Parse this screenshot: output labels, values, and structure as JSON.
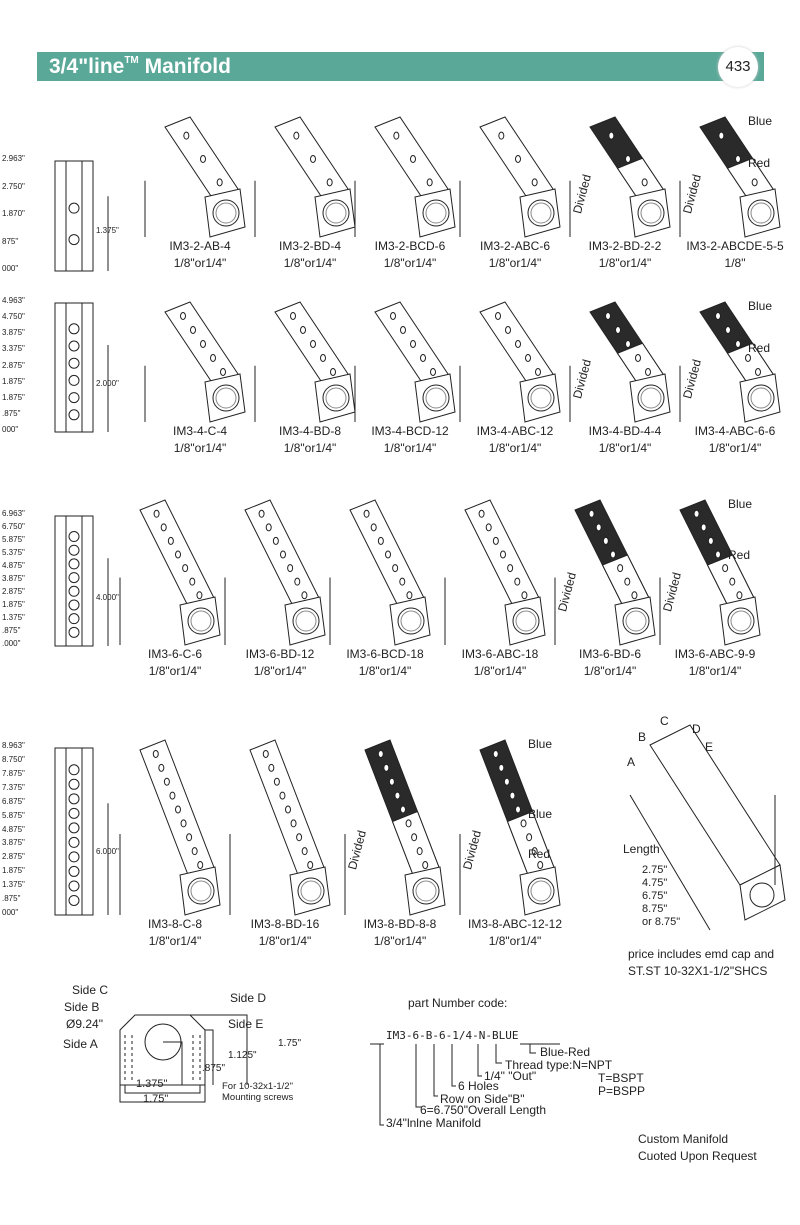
{
  "header": {
    "title": "3/4\"line",
    "trademark": "TM",
    "title_suffix": "Manifold",
    "page_number": "433"
  },
  "rows": [
    {
      "dims": [
        "2.963\"",
        "2.750\"",
        "1.870\"",
        "875\"",
        "000\""
      ],
      "span": "1.375\"",
      "products": [
        {
          "part": "IM3-2-AB-4",
          "thread": "1/8\"or1/4\"",
          "divided": false
        },
        {
          "part": "IM3-2-BD-4",
          "thread": "1/8\"or1/4\"",
          "divided": false
        },
        {
          "part": "IM3-2-BCD-6",
          "thread": "1/8\"or1/4\"",
          "divided": false
        },
        {
          "part": "IM3-2-ABC-6",
          "thread": "1/8\"or1/4\"",
          "divided": false
        },
        {
          "part": "IM3-2-BD-2-2",
          "thread": "1/8\"or1/4\"",
          "divided": true
        },
        {
          "part": "IM3-2-ABCDE-5-5",
          "thread": "1/8\"",
          "divided": true,
          "colors": true
        }
      ]
    },
    {
      "dims": [
        "4.963\"",
        "4.750\"",
        "3.875\"",
        "3.375\"",
        "2.875\"",
        "1.875\"",
        "1.875\"",
        ".875\"",
        "000\""
      ],
      "span": "2.000\"",
      "products": [
        {
          "part": "IM3-4-C-4",
          "thread": "1/8\"or1/4\"",
          "divided": false
        },
        {
          "part": "IM3-4-BD-8",
          "thread": "1/8\"or1/4\"",
          "divided": false
        },
        {
          "part": "IM3-4-BCD-12",
          "thread": "1/8\"or1/4\"",
          "divided": false
        },
        {
          "part": "IM3-4-ABC-12",
          "thread": "1/8\"or1/4\"",
          "divided": false
        },
        {
          "part": "IM3-4-BD-4-4",
          "thread": "1/8\"or1/4\"",
          "divided": true
        },
        {
          "part": "IM3-4-ABC-6-6",
          "thread": "1/8\"or1/4\"",
          "divided": true,
          "colors": true
        }
      ]
    },
    {
      "dims": [
        "6.963\"",
        "6.750\"",
        "5.875\"",
        "5.375\"",
        "4.875\"",
        "3.875\"",
        "2.875\"",
        "1.875\"",
        "1.375\"",
        ".875\"",
        ".000\""
      ],
      "span": "4.000\"",
      "products": [
        {
          "part": "IM3-6-C-6",
          "thread": "1/8\"or1/4\"",
          "divided": false
        },
        {
          "part": "IM3-6-BD-12",
          "thread": "1/8\"or1/4\"",
          "divided": false
        },
        {
          "part": "IM3-6-BCD-18",
          "thread": "1/8\"or1/4\"",
          "divided": false
        },
        {
          "part": "IM3-6-ABC-18",
          "thread": "1/8\"or1/4\"",
          "divided": false
        },
        {
          "part": "IM3-6-BD-6",
          "thread": "1/8\"or1/4\"",
          "divided": true
        },
        {
          "part": "IM3-6-ABC-9-9",
          "thread": "1/8\"or1/4\"",
          "divided": true,
          "colors": true
        }
      ]
    },
    {
      "dims": [
        "8.963\"",
        "8.750\"",
        "7.875\"",
        "7.375\"",
        "6.875\"",
        "5.875\"",
        "4.875\"",
        "3.875\"",
        "2.875\"",
        "1.875\"",
        "1.375\"",
        ".875\"",
        "000\""
      ],
      "span": "6.000\"",
      "products": [
        {
          "part": "IM3-8-C-8",
          "thread": "1/8\"or1/4\"",
          "divided": false
        },
        {
          "part": "IM3-8-BD-16",
          "thread": "1/8\"or1/4\"",
          "divided": false
        },
        {
          "part": "IM3-8-BD-8-8",
          "thread": "1/8\"or1/4\"",
          "divided": true
        },
        {
          "part": "IM3-8-ABC-12-12",
          "thread": "1/8\"or1/4\"",
          "divided": true,
          "colors": true,
          "extra_blue": true
        }
      ]
    }
  ],
  "labels": {
    "divided": "Divided",
    "blue": "Blue",
    "red": "Red"
  },
  "length_diagram": {
    "sides": [
      "A",
      "B",
      "C",
      "D",
      "E"
    ],
    "length_label": "Length",
    "lengths": [
      "2.75\"",
      "4.75\"",
      "6.75\"",
      "8.75\"",
      "or 8.75\""
    ],
    "note": [
      "price includes emd cap and",
      "ST.ST 10-32X1-1/2\"SHCS"
    ]
  },
  "cross_section": {
    "side_c": "Side C",
    "side_b": "Side B",
    "diameter": "Ø9.24\"",
    "side_a": "Side A",
    "side_d": "Side D",
    "side_e": "Side E",
    "d175v": "1.75\"",
    "d1125": "1.125\"",
    "d875": ".875\"",
    "d1375": "1.375\"",
    "d175h": "1.75\"",
    "screws": [
      "For 10-32x1-1/2\"",
      "Mounting screws"
    ]
  },
  "part_code": {
    "title": "part Number code:",
    "code": "IM3-6-B-6-1/4-N-BLUE",
    "items": [
      "Blue-Red",
      "Thread type:N=NPT",
      "T=BSPT",
      "P=BSPP",
      "1/4\" \"Out\"",
      "6 Holes",
      "Row on Side\"B\"",
      "6=6.750\"Overall Length",
      "3/4\"lnlne Manifold"
    ]
  },
  "custom": [
    "Custom Manifold",
    "Cuoted Upon Request"
  ],
  "colors": {
    "banner": "#5aa898",
    "dark": "#2a2a2a"
  }
}
